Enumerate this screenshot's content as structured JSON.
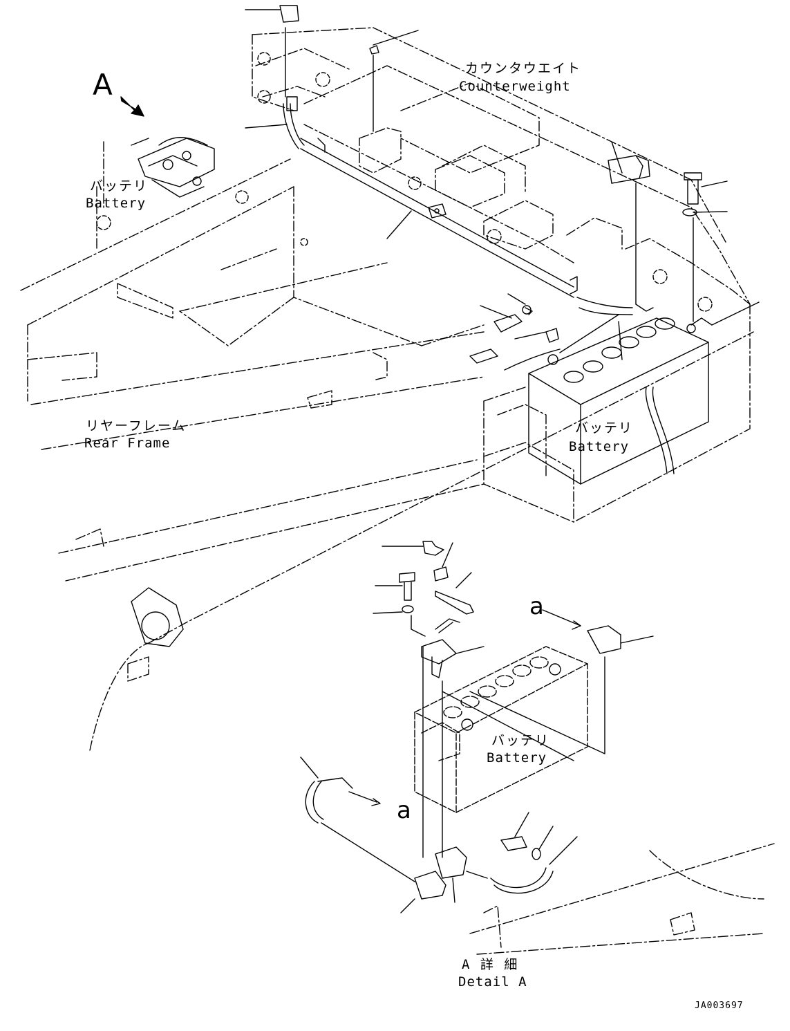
{
  "labels": {
    "view_marker": "A",
    "counterweight_jp": "カウンタウエイト",
    "counterweight_en": "Counterweight",
    "battery_left_jp": "バッテリ",
    "battery_left_en": "Battery",
    "battery_right_jp": "バッテリ",
    "battery_right_en": "Battery",
    "rear_frame_jp": "リヤーフレーム",
    "rear_frame_en": "Rear Frame",
    "battery_detail_jp": "バッテリ",
    "battery_detail_en": "Battery",
    "callout_a_top": "a",
    "callout_a_bottom": "a",
    "detail_title_jp": "A 詳 細",
    "detail_title_en": "Detail A",
    "drawing_code": "JA003697"
  },
  "colors": {
    "line": "#000000",
    "background": "#ffffff"
  }
}
